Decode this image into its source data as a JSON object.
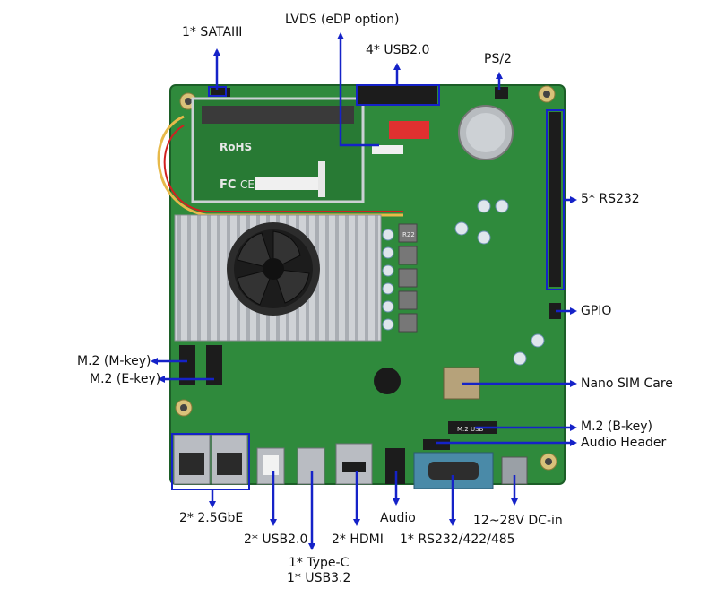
{
  "colors": {
    "board": "#2f8a3c",
    "board_dark": "#1f6a2b",
    "arrow": "#1522c8",
    "heatsink": "#c9ccd0",
    "port_metal": "#b9bcc2",
    "text": "#111111"
  },
  "labels": {
    "sata": "1* SATAIII",
    "lvds": "LVDS (eDP option)",
    "usb_top": "4* USB2.0",
    "ps2": "PS/2",
    "rs232_5": "5* RS232",
    "gpio": "GPIO",
    "m2_m": "M.2 (M-key)",
    "m2_e": "M.2 (E-key)",
    "nano_sim": "Nano SIM Care",
    "m2_b": "M.2 (B-key)",
    "audio_header": "Audio Header",
    "gbe": "2* 2.5GbE",
    "usb_rear": "2* USB2.0",
    "typec_1": "1* Type-C",
    "typec_2": "1* USB3.2",
    "hdmi": "2* HDMI",
    "audio": "Audio",
    "serial": "1* RS232/422/485",
    "dcin": "12~28V DC-in"
  },
  "board_marks": {
    "rohs": "RoHS",
    "fc": "FC",
    "ce": "CE",
    "ind": "R22",
    "m2b_silk": "M.2 USB"
  },
  "icons": [
    "heatsink-fan-icon",
    "coin-battery-icon",
    "lan-port-icon",
    "usb-port-icon",
    "hdmi-port-icon",
    "db9-port-icon",
    "dc-jack-icon",
    "audio-jack-icon"
  ]
}
